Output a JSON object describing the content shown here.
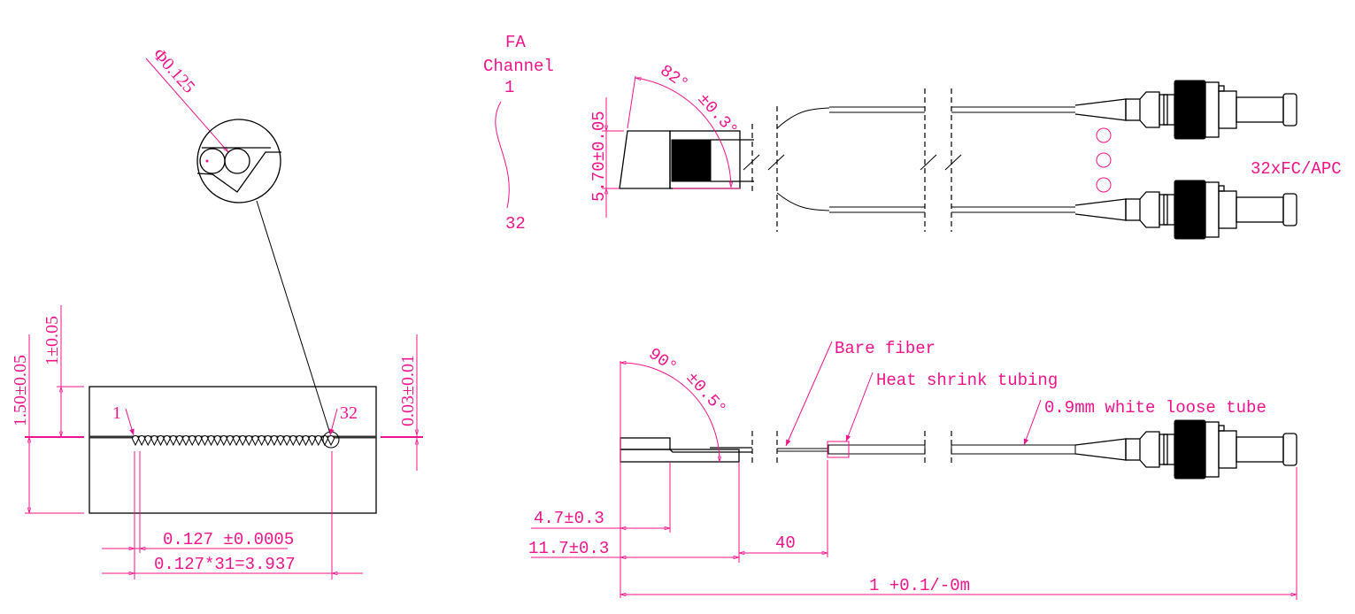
{
  "colors": {
    "dimension": "#f0148c",
    "outline": "#000000"
  },
  "cross_section": {
    "fiber_diameter": "Φ0.125",
    "fiber_first": "1",
    "fiber_last": "32",
    "fiber_count": 32,
    "height_dim": "1.50±0.05",
    "groove_depth_dim": "1±0.05",
    "offset_dim": "0.03±0.01",
    "pitch_dim": "0.127 ±0.0005",
    "total_pitch_dim": "0.127*31=3.937"
  },
  "channel_note": {
    "line1": "FA",
    "line2": "Channel",
    "start": "1",
    "end": "32"
  },
  "top_view": {
    "angle": "82°",
    "angle_tol": "±0.3°",
    "thickness_dim": "5.70±0.05",
    "connector_label": "32xFC/APC"
  },
  "side_view": {
    "angle": "90°",
    "angle_tol": "±0.5°",
    "bare_fiber": "Bare fiber",
    "heat_shrink": "Heat shrink tubing",
    "loose_tube": "0.9mm white loose tube",
    "dim_4_7": "4.7±0.3",
    "dim_11_7": "11.7±0.3",
    "dim_40": "40",
    "dim_length": "1 +0.1/-0m"
  }
}
